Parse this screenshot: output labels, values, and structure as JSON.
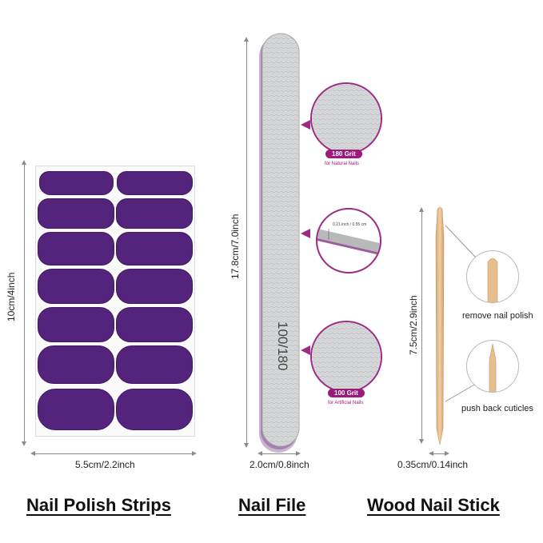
{
  "strips": {
    "height_label": "10cm/4inch",
    "width_label": "5.5cm/2.2inch",
    "title": "Nail Polish Strips",
    "nail_color": "#54237c"
  },
  "file": {
    "length_label": "17.8cm/7.0inch",
    "width_label": "2.0cm/0.8inch",
    "title": "Nail File",
    "printed_grit": "100/180",
    "thickness_label": "0.21 inch / 0.55 cm",
    "grit_top": {
      "badge": "180 Grit",
      "caption": "for Natural Nails"
    },
    "grit_bottom": {
      "badge": "100 Grit",
      "caption": "for Artificial Nails"
    },
    "accent_color": "#9c1a7c"
  },
  "stick": {
    "length_label": "7.5cm/2.9inch",
    "width_label": "0.35cm/0.14inch",
    "title": "Wood Nail Stick",
    "tip_top_label": "remove nail polish",
    "tip_bottom_label": "push back cuticles",
    "wood_color": "#e7bf8f"
  }
}
